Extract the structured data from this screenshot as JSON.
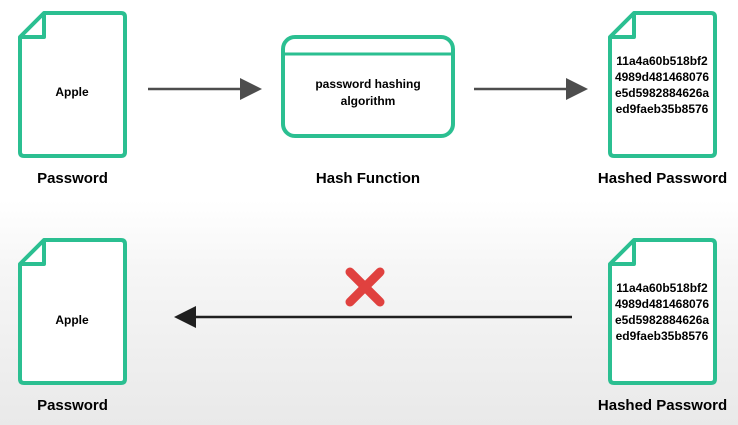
{
  "colors": {
    "outline": "#2bbf91",
    "arrow": "#4d4d4d",
    "cross": "#e0413f"
  },
  "top_row": {
    "input_file": {
      "content": "Apple",
      "caption": "Password"
    },
    "hash_function": {
      "content_line1": "password hashing",
      "content_line2": "algorithm",
      "caption": "Hash Function"
    },
    "output_file": {
      "hash_lines": [
        "11a4a60b518bf2",
        "4989d481468076",
        "e5d5982884626a",
        "ed9faeb35b8576"
      ],
      "caption": "Hashed Password"
    }
  },
  "bottom_row": {
    "input_file": {
      "hash_lines": [
        "11a4a60b518bf2",
        "4989d481468076",
        "e5d5982884626a",
        "ed9faeb35b8576"
      ],
      "caption": "Hashed Password"
    },
    "output_file": {
      "content": "Apple",
      "caption": "Password"
    },
    "blocked_icon": "cross-icon"
  }
}
